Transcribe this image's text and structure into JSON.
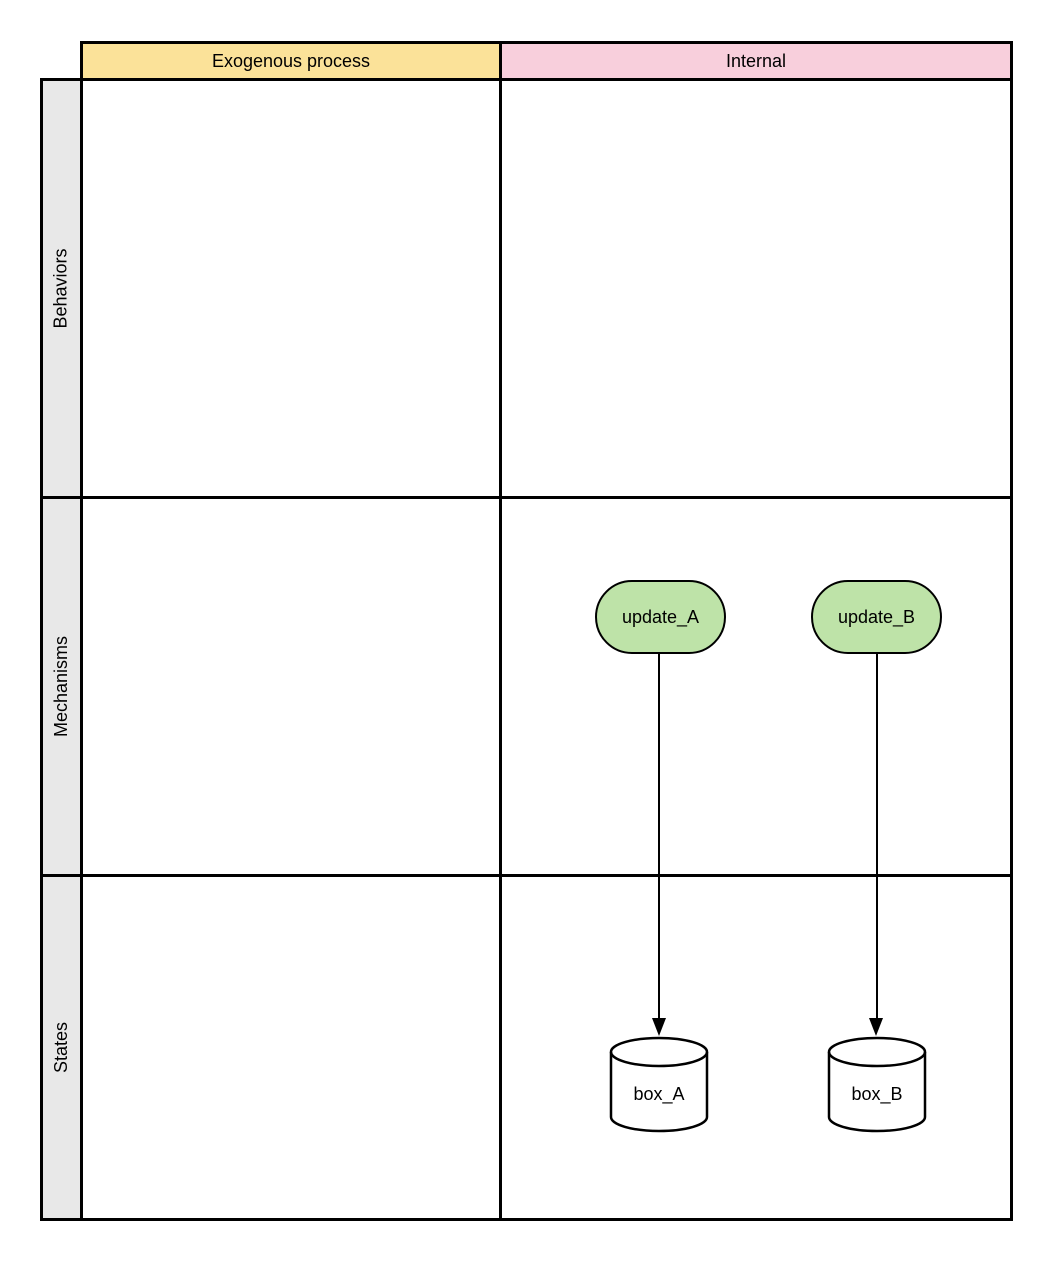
{
  "diagram": {
    "columns": [
      {
        "label": "Exogenous process",
        "color": "#FBE299"
      },
      {
        "label": "Internal",
        "color": "#F8CFDC"
      }
    ],
    "rows": [
      {
        "label": "Behaviors"
      },
      {
        "label": "Mechanisms"
      },
      {
        "label": "States"
      }
    ],
    "nodes": {
      "update_a": {
        "label": "update_A",
        "shape": "rounded-rectangle",
        "fill": "#BEE3A8",
        "row": "Mechanisms",
        "column": "Internal"
      },
      "update_b": {
        "label": "update_B",
        "shape": "rounded-rectangle",
        "fill": "#BEE3A8",
        "row": "Mechanisms",
        "column": "Internal"
      },
      "box_a": {
        "label": "box_A",
        "shape": "cylinder",
        "fill": "#FFFFFF",
        "row": "States",
        "column": "Internal"
      },
      "box_b": {
        "label": "box_B",
        "shape": "cylinder",
        "fill": "#FFFFFF",
        "row": "States",
        "column": "Internal"
      }
    },
    "edges": [
      {
        "from": "update_A",
        "to": "box_A",
        "style": "arrow-down"
      },
      {
        "from": "update_B",
        "to": "box_B",
        "style": "arrow-down"
      }
    ],
    "colors": {
      "grid_border": "#000000",
      "row_label_bg": "#E8E8E8",
      "header_yellow": "#FBE299",
      "header_pink": "#F8CFDC",
      "node_green": "#BEE3A8",
      "text": "#000000"
    }
  }
}
